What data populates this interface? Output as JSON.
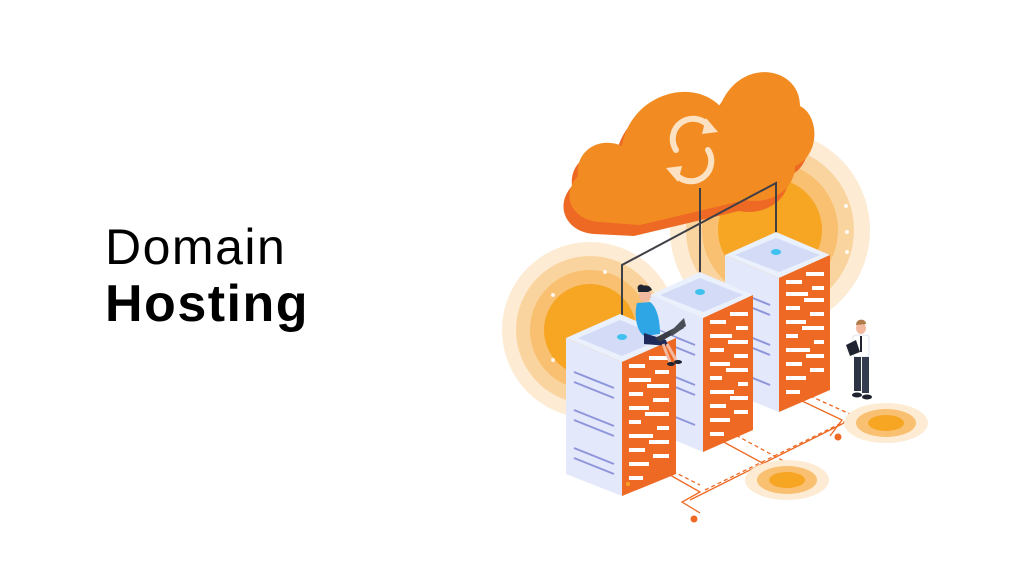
{
  "headline": {
    "line1": "Domain",
    "line2": "Hosting"
  },
  "illustration": {
    "subject": "isometric cloud hosting servers",
    "icons": [
      "cloud-sync-icon",
      "server-rack-icon",
      "person-with-laptop",
      "person-with-clipboard"
    ],
    "colors": {
      "orange_primary": "#EE6A24",
      "orange_cloud": "#F28C22",
      "orange_glow": "#F6A623",
      "glow_light": "#FDEBD3",
      "server_face": "#E3E8FB",
      "server_stripe": "#8E96DB",
      "led_blue": "#3EC1EE",
      "wire_dark": "#3F3F46"
    }
  }
}
